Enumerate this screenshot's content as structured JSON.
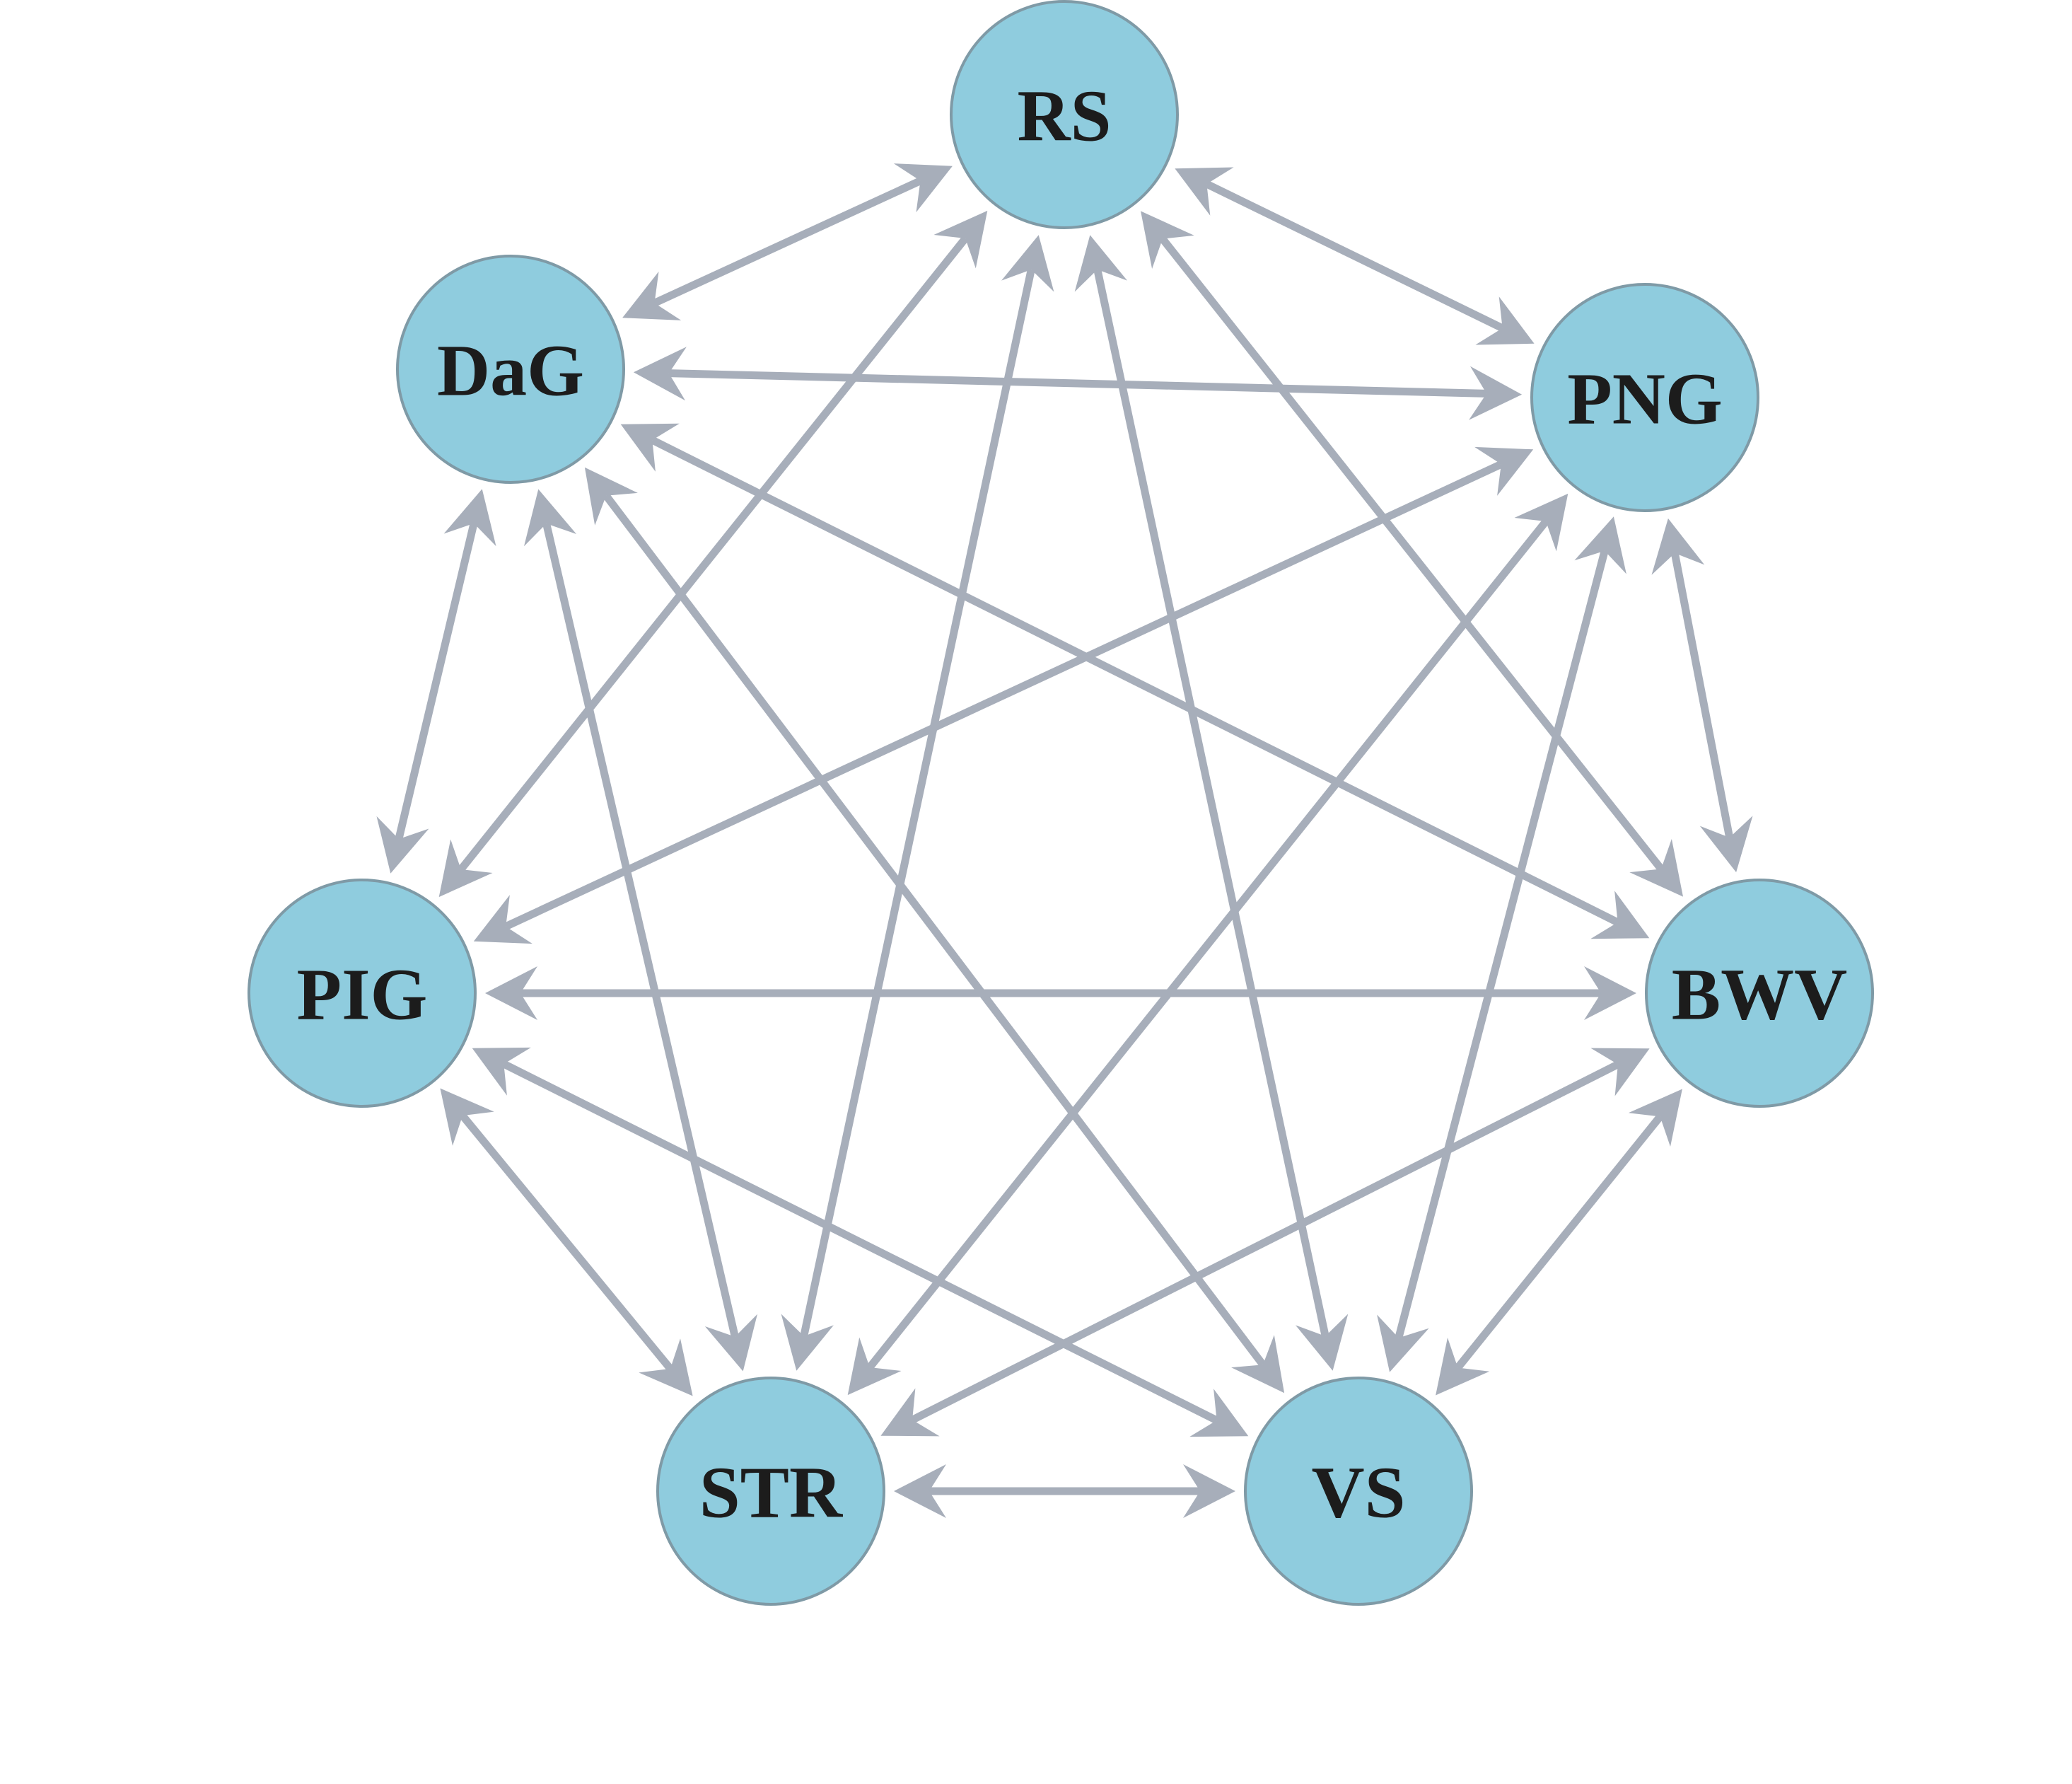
{
  "colors": {
    "background": "#ffffff",
    "node_fill": "#8fccde",
    "node_stroke": "#7f9aa6",
    "label": "#1c1c1c",
    "edge": "#a7aeba"
  },
  "nodes": [
    {
      "id": "RS",
      "label": "RS"
    },
    {
      "id": "PNG",
      "label": "PNG"
    },
    {
      "id": "BWV",
      "label": "BWV"
    },
    {
      "id": "VS",
      "label": "VS"
    },
    {
      "id": "STR",
      "label": "STR"
    },
    {
      "id": "PIG",
      "label": "PIG"
    },
    {
      "id": "DaG",
      "label": "DaG"
    }
  ],
  "edges": [
    {
      "from": "RS",
      "to": "DaG",
      "arrows": "both"
    },
    {
      "from": "RS",
      "to": "PNG",
      "arrows": "both"
    },
    {
      "from": "RS",
      "to": "PIG",
      "arrows": "both"
    },
    {
      "from": "RS",
      "to": "STR",
      "arrows": "both"
    },
    {
      "from": "RS",
      "to": "VS",
      "arrows": "both"
    },
    {
      "from": "RS",
      "to": "BWV",
      "arrows": "both"
    },
    {
      "from": "DaG",
      "to": "PNG",
      "arrows": "both"
    },
    {
      "from": "DaG",
      "to": "BWV",
      "arrows": "both"
    },
    {
      "from": "DaG",
      "to": "PIG",
      "arrows": "both"
    },
    {
      "from": "DaG",
      "to": "STR",
      "arrows": "both"
    },
    {
      "from": "DaG",
      "to": "VS",
      "arrows": "both"
    },
    {
      "from": "PNG",
      "to": "PIG",
      "arrows": "both"
    },
    {
      "from": "PNG",
      "to": "STR",
      "arrows": "both"
    },
    {
      "from": "PNG",
      "to": "VS",
      "arrows": "both"
    },
    {
      "from": "PNG",
      "to": "BWV",
      "arrows": "both"
    },
    {
      "from": "PIG",
      "to": "BWV",
      "arrows": "both"
    },
    {
      "from": "PIG",
      "to": "VS",
      "arrows": "both"
    },
    {
      "from": "PIG",
      "to": "STR",
      "arrows": "both"
    },
    {
      "from": "BWV",
      "to": "STR",
      "arrows": "both"
    },
    {
      "from": "BWV",
      "to": "VS",
      "arrows": "both"
    },
    {
      "from": "STR",
      "to": "VS",
      "arrows": "both"
    }
  ]
}
